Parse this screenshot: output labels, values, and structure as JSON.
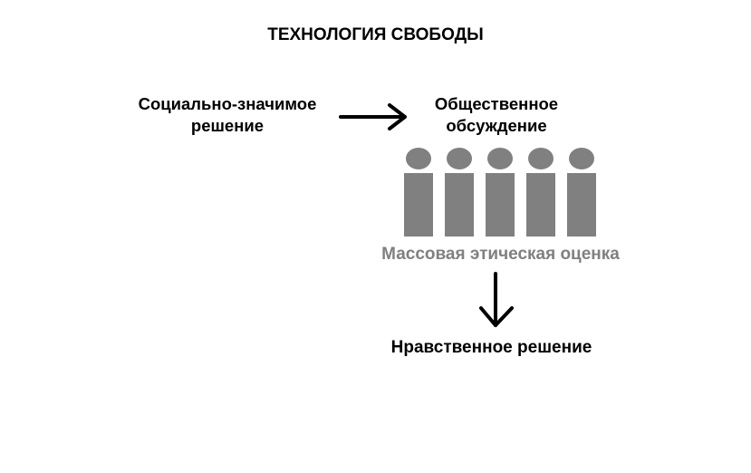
{
  "diagram": {
    "title": "ТЕХНОЛОГИЯ СВОБОДЫ",
    "social_decision": {
      "line1": "Социально-значимое",
      "line2": "решение"
    },
    "public_discussion": {
      "line1": "Общественное",
      "line2": "обсуждение"
    },
    "mass_evaluation": "Массовая этическая оценка",
    "moral_decision": "Нравственное решение",
    "people_count": 5,
    "colors": {
      "text": "#000000",
      "people": "#808080",
      "mass_label": "#808080",
      "arrow": "#000000",
      "background": "#ffffff"
    },
    "icons": [
      "arrow-right-icon",
      "person-icon",
      "arrow-down-icon"
    ]
  }
}
